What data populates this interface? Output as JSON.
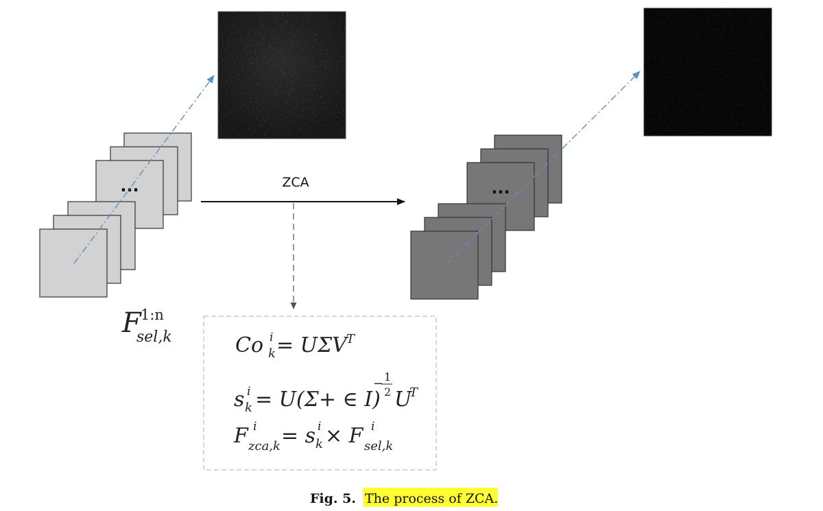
{
  "arrow_label": "ZCA",
  "ellipsis": "···",
  "input_label": {
    "base": "F",
    "sup": "1:n",
    "sub": "sel,k"
  },
  "formulas": {
    "f1": {
      "lhs_base": "Co",
      "lhs_sup": "i",
      "lhs_sub": "k",
      "rhs": "= UΣV",
      "rhs_sup": "T"
    },
    "f2": {
      "lhs_base": "s",
      "lhs_sup": "i",
      "lhs_sub": "k",
      "rhs": "= U(Σ+ ∈ I)",
      "exp_sign": "−",
      "exp_num": "1",
      "exp_den": "2",
      "tail": "U",
      "tail_sup": "T"
    },
    "f3": {
      "lhs_base": "F",
      "lhs_sup": "i",
      "lhs_sub": "zca,k",
      "mid": "= s",
      "mid_sup": "i",
      "mid_sub": "k",
      "times": "× F",
      "rhs_sup": "i",
      "rhs_sub": "sel,k"
    }
  },
  "caption": {
    "prefix": "Fig. 5.",
    "text": "The process of ZCA."
  },
  "colors": {
    "input_stack": "#d2d2d2",
    "output_stack": "#777777",
    "dashdot": "#5b8fc4",
    "highlight": "#ffff33",
    "box_border": "#c8c8c8"
  }
}
